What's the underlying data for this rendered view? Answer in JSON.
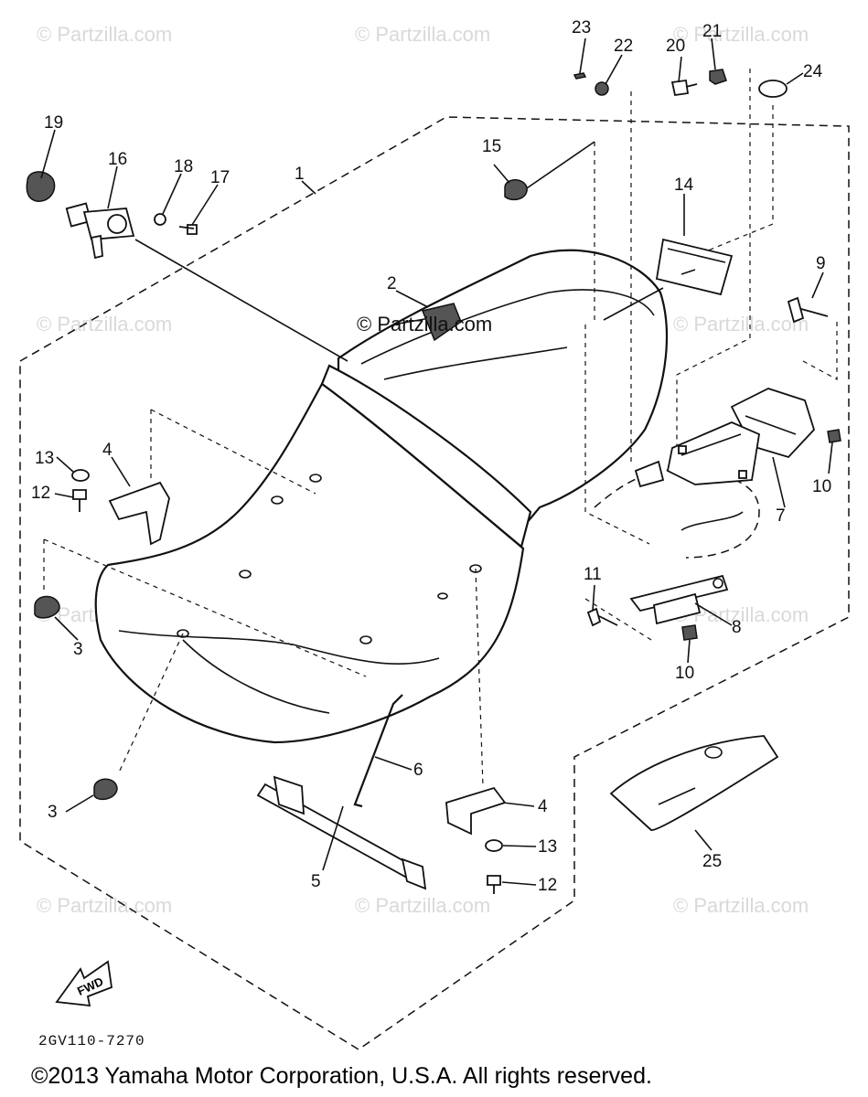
{
  "diagram": {
    "drawing_code": "2GV110-7270",
    "copyright": "©2013 Yamaha Motor Corporation, U.S.A. All rights reserved.",
    "center_watermark": "© Partzilla.com",
    "watermark": "© Partzilla.com",
    "fwd_label": "FWD",
    "callouts": {
      "c1": "1",
      "c2": "2",
      "c3a": "3",
      "c3b": "3",
      "c4a": "4",
      "c4b": "4",
      "c5": "5",
      "c6": "6",
      "c7": "7",
      "c8": "8",
      "c9": "9",
      "c10a": "10",
      "c10b": "10",
      "c11": "11",
      "c12a": "12",
      "c12b": "12",
      "c13a": "13",
      "c13b": "13",
      "c14": "14",
      "c15": "15",
      "c16": "16",
      "c17": "17",
      "c18": "18",
      "c19": "19",
      "c20": "20",
      "c21": "21",
      "c22": "22",
      "c23": "23",
      "c24": "24",
      "c25": "25"
    }
  }
}
